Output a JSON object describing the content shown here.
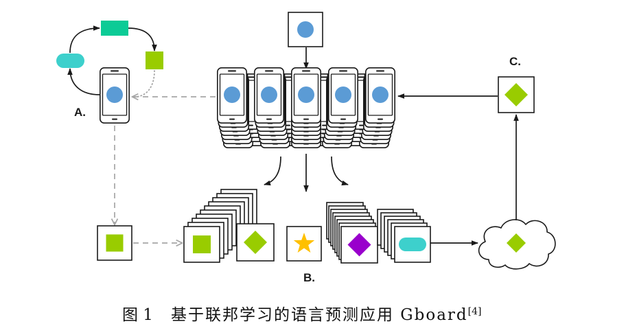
{
  "labels": {
    "a": "A.",
    "b": "B.",
    "c": "C."
  },
  "caption": {
    "figure": "图 1",
    "title": "基于联邦学习的语言预测应用 Gboard",
    "ref": "[4]"
  },
  "colors": {
    "blue": "#5b9bd5",
    "lime": "#99cc00",
    "teal": "#3dd0cc",
    "mint": "#0ccb96",
    "purple": "#9900cc",
    "star": "#ffc000",
    "grey": "#a6a6a6",
    "ink": "#1a1a1a"
  }
}
